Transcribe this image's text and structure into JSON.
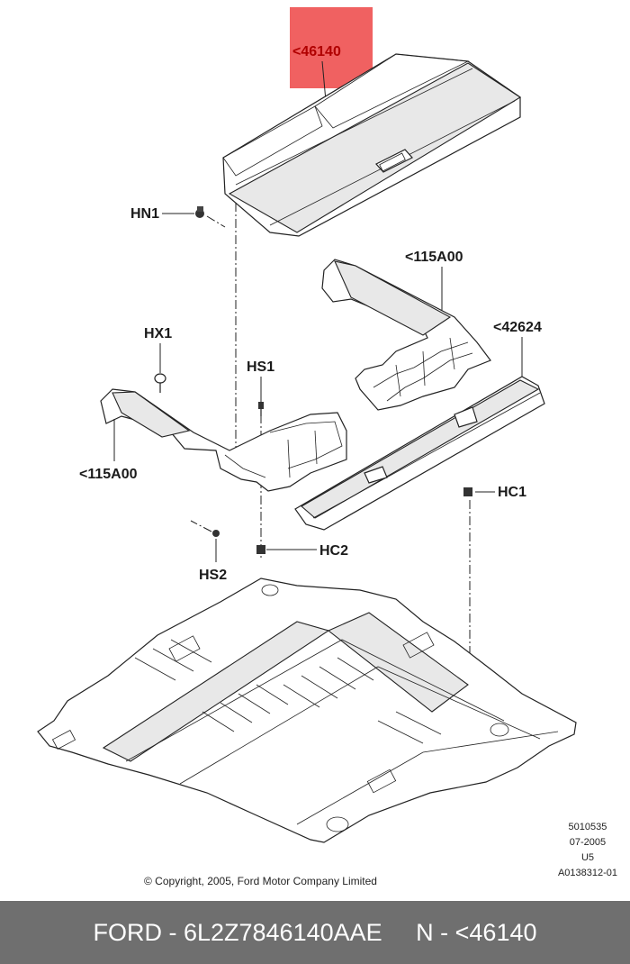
{
  "callouts": {
    "highlighted": "<46140",
    "hn1": "HN1",
    "hx1": "HX1",
    "hs1": "HS1",
    "hs2": "HS2",
    "hc1": "HC1",
    "hc2": "HC2",
    "right_115": "<115A00",
    "left_115": "<115A00",
    "p42624": "<42624"
  },
  "drawing_meta": [
    "5010535",
    "07-2005",
    "U5",
    "A0138312-01"
  ],
  "copyright": "© Copyright, 2005, Ford Motor Company Limited",
  "footer": "FORD - 6L2Z7846140AAE     N - <46140",
  "colors": {
    "highlight": "#ee5050",
    "footer_bg": "#6f6f6f"
  }
}
